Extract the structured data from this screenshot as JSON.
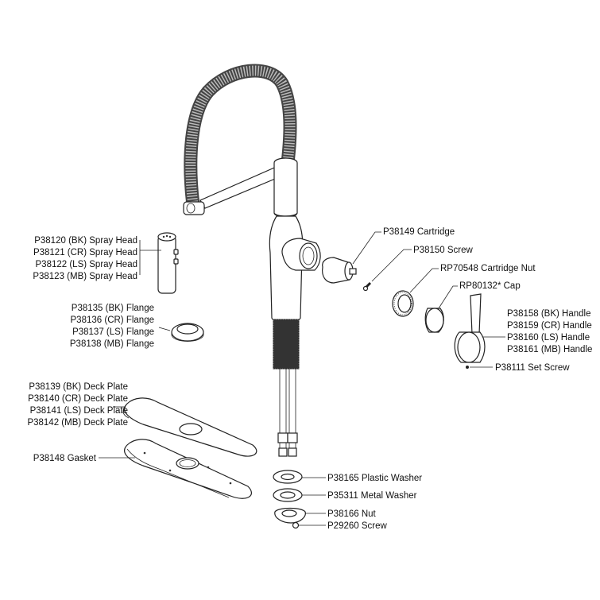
{
  "parts": {
    "spray_head": [
      "P38120 (BK) Spray Head",
      "P38121 (CR) Spray Head",
      "P38122 (LS) Spray Head",
      "P38123 (MB) Spray Head"
    ],
    "flange": [
      "P38135 (BK) Flange",
      "P38136 (CR) Flange",
      "P38137 (LS) Flange",
      "P38138 (MB) Flange"
    ],
    "deck_plate": [
      "P38139 (BK) Deck Plate",
      "P38140 (CR) Deck Plate",
      "P38141 (LS) Deck Plate",
      "P38142 (MB) Deck Plate"
    ],
    "gasket": "P38148 Gasket",
    "cartridge": "P38149 Cartridge",
    "screw_150": "P38150 Screw",
    "cartridge_nut": "RP70548 Cartridge Nut",
    "cap": "RP80132* Cap",
    "handle": [
      "P38158 (BK) Handle",
      "P38159 (CR) Handle",
      "P38160 (LS) Handle",
      "P38161 (MB) Handle"
    ],
    "set_screw": "P38111 Set Screw",
    "plastic_washer": "P38165 Plastic Washer",
    "metal_washer": "P35311 Metal Washer",
    "nut": "P38166 Nut",
    "screw_260": "P29260 Screw"
  },
  "colors": {
    "line": "#222222",
    "hose": "#666666",
    "text": "#111111"
  }
}
